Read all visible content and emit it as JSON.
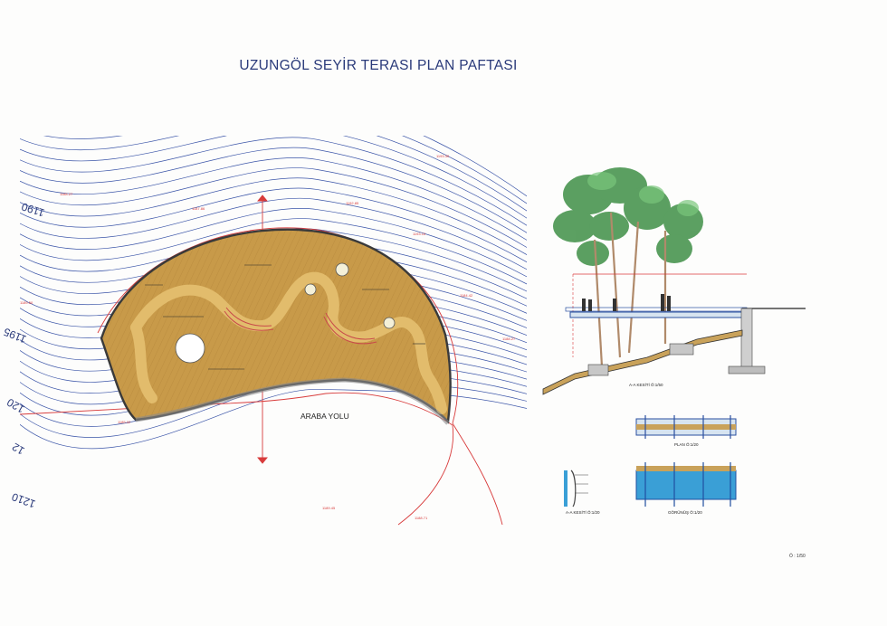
{
  "title": "UZUNGÖL SEYİR TERASI PLAN PAFTASI",
  "road_label": "ARABA YOLU",
  "contour_labels": [
    {
      "text": "1190",
      "rot": 18
    },
    {
      "text": "1195",
      "rot": 22
    },
    {
      "text": "120",
      "rot": 30
    },
    {
      "text": "12",
      "rot": 30
    },
    {
      "text": "1210",
      "rot": 20
    }
  ],
  "elevation_marks": [
    "1193.30",
    "1188.27",
    "1187.86",
    "1192.85",
    "1193.10",
    "1184.42",
    "1188.27",
    "1185.02",
    "1189.50",
    "1189.45",
    "1188.71"
  ],
  "detail_captions": {
    "section_aa": "A-A KESİTİ Ö:1/50",
    "plan": "PLAN Ö:1/20",
    "section_aa_small": "A-A KESİTİ Ö:1/20",
    "view": "GÖRÜNÜŞ Ö:1/20"
  },
  "scale_note": "Ö : 1/50",
  "colors": {
    "deck": "#c79a4a",
    "path": "#e0b96a",
    "contour": "#3b55a8",
    "site_line": "#d83b3b",
    "tree": "#4f9a55",
    "water": "#3a9fd6"
  }
}
